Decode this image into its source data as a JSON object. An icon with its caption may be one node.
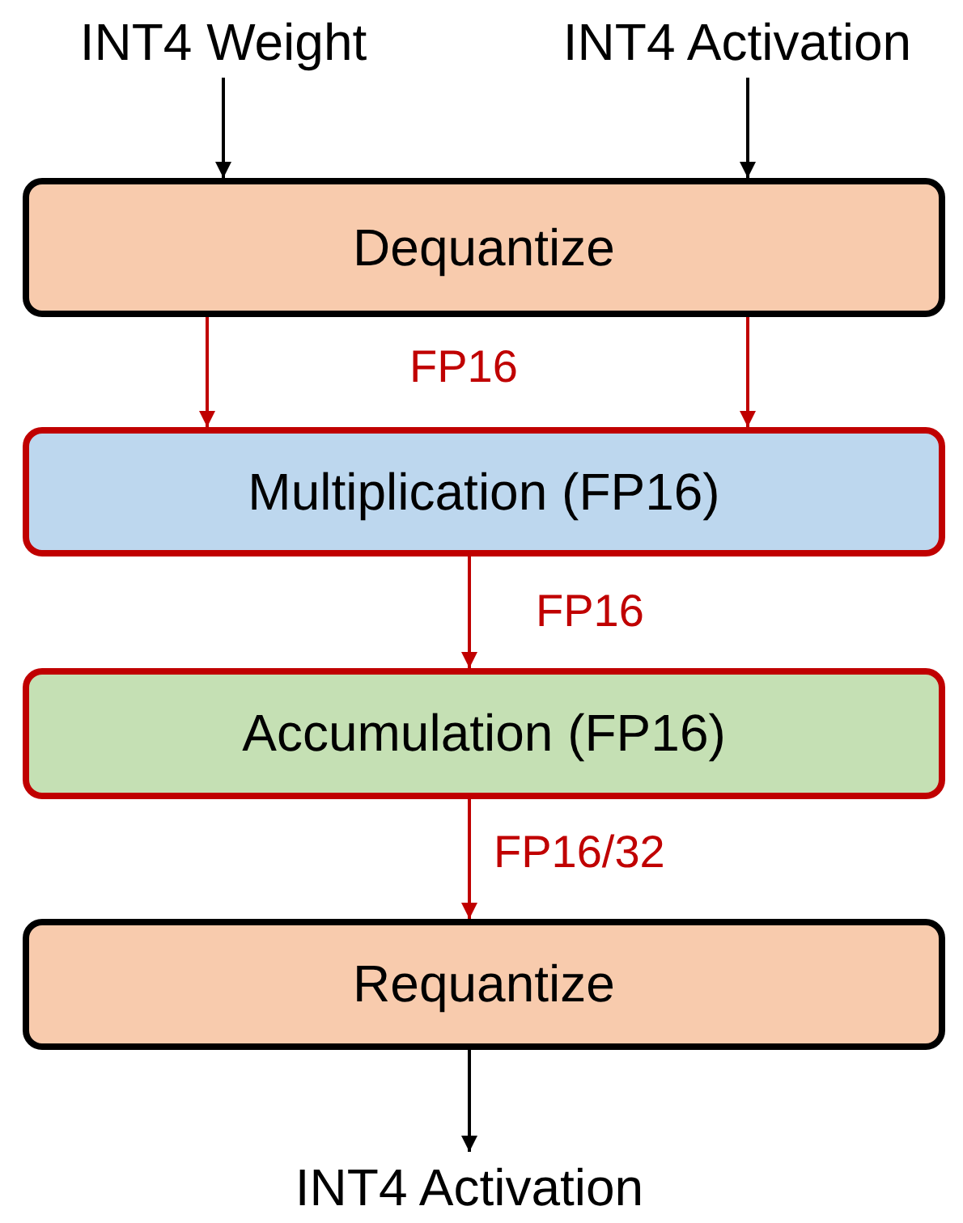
{
  "diagram": {
    "nodes": [
      {
        "text": [
          "INT4 Weight"
        ]
      },
      {
        "text": [
          "INT4 Activation"
        ]
      },
      {
        "text": [
          "Dequantize"
        ]
      },
      {
        "text": [
          "Multiplication (FP16)"
        ]
      },
      {
        "text": [
          "Accumulation (FP16)"
        ]
      },
      {
        "text": [
          "Requantize"
        ]
      },
      {
        "text": [
          "INT4 Activation"
        ]
      }
    ],
    "edges": [
      {
        "from": 0,
        "to": 2,
        "arrow": "to",
        "color": "#000000"
      },
      {
        "from": 1,
        "to": 2,
        "arrow": "to",
        "color": "#000000"
      },
      {
        "from": 2,
        "to": 3,
        "arrow": "to",
        "label": "FP16"
      },
      {
        "from": 2,
        "to": 3,
        "arrow": "to"
      },
      {
        "from": 3,
        "to": 4,
        "arrow": "to",
        "label": "FP16"
      },
      {
        "from": 4,
        "to": 5,
        "arrow": "to",
        "label": "FP16/32"
      },
      {
        "from": 5,
        "to": 6,
        "arrow": "to",
        "color": "#000000"
      }
    ]
  }
}
